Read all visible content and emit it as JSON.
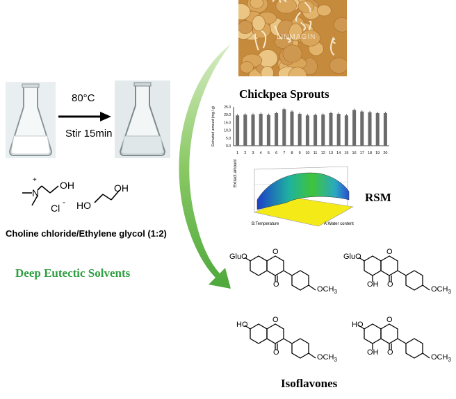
{
  "procedure": {
    "temperature": "80°C",
    "stir": "Stir 15min"
  },
  "des": {
    "cation_oh": "OH",
    "cation_plus": "+",
    "cation_n": "N",
    "anion": "Cl",
    "anion_minus": "-",
    "eg_ho": "HO",
    "eg_oh": "OH",
    "caption": "Choline chloride/Ethylene glycol (1:2)",
    "title": "Deep Eutectic Solvents",
    "title_color": "#2e9e3f"
  },
  "sprouts": {
    "title": "Chickpea Sprouts",
    "watermark": "LINMAGIN"
  },
  "chart_data": {
    "type": "bar",
    "ylabel": "Extracted amount (mg / g)",
    "yticks": [
      "25.0",
      "20.0",
      "15.0",
      "10.0",
      "5.0",
      "0.0"
    ],
    "ylim": [
      0,
      25
    ],
    "categories": [
      "1",
      "2",
      "3",
      "4",
      "5",
      "6",
      "7",
      "8",
      "9",
      "10",
      "11",
      "12",
      "13",
      "14",
      "15",
      "16",
      "17",
      "18",
      "19",
      "20"
    ],
    "values": [
      19.5,
      20.0,
      20.0,
      20.5,
      19.8,
      21.0,
      23.5,
      22.0,
      20.5,
      19.5,
      19.8,
      20.0,
      21.0,
      20.5,
      19.5,
      23.0,
      22.0,
      21.5,
      21.0,
      21.0
    ]
  },
  "rsm": {
    "title": "RSM",
    "zlabel": "Extract amount",
    "xlabel": "B:Temperature",
    "ylabel": "A:Water content"
  },
  "isoflavones": {
    "title": "Isoflavones",
    "glu": "GluO",
    "ho": "HO",
    "oh": "OH",
    "o": "O",
    "och3": "OCH",
    "sub3": "3"
  }
}
